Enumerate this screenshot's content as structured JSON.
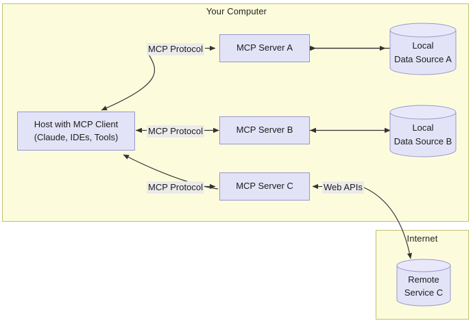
{
  "diagram": {
    "title_internal": "MCP architecture diagram",
    "colors": {
      "group_fill": "#fcfcdd",
      "group_border": "#bfbf73",
      "node_fill": "#e3e3f8",
      "node_border": "#9696cc",
      "label_bg": "#ebebeb",
      "text": "#1b1b1b",
      "arrow": "#333333",
      "page_bg": "#ffffff"
    },
    "groups": [
      {
        "id": "your-computer",
        "title": "Your Computer"
      },
      {
        "id": "internet",
        "title": "Internet"
      }
    ],
    "nodes": {
      "host": {
        "line1": "Host with MCP Client",
        "line2": "(Claude, IDEs, Tools)"
      },
      "server_a": {
        "label": "MCP Server A"
      },
      "server_b": {
        "label": "MCP Server B"
      },
      "server_c": {
        "label": "MCP Server C"
      },
      "datasource_a": {
        "line1": "Local",
        "line2": "Data Source A"
      },
      "datasource_b": {
        "line1": "Local",
        "line2": "Data Source B"
      },
      "remote_c": {
        "line1": "Remote",
        "line2": "Service C"
      }
    },
    "edges": [
      {
        "id": "host-to-server-a",
        "label": "MCP Protocol"
      },
      {
        "id": "host-to-server-b",
        "label": "MCP Protocol"
      },
      {
        "id": "host-to-server-c",
        "label": "MCP Protocol"
      },
      {
        "id": "server-c-to-remote",
        "label": "Web APIs"
      }
    ]
  }
}
